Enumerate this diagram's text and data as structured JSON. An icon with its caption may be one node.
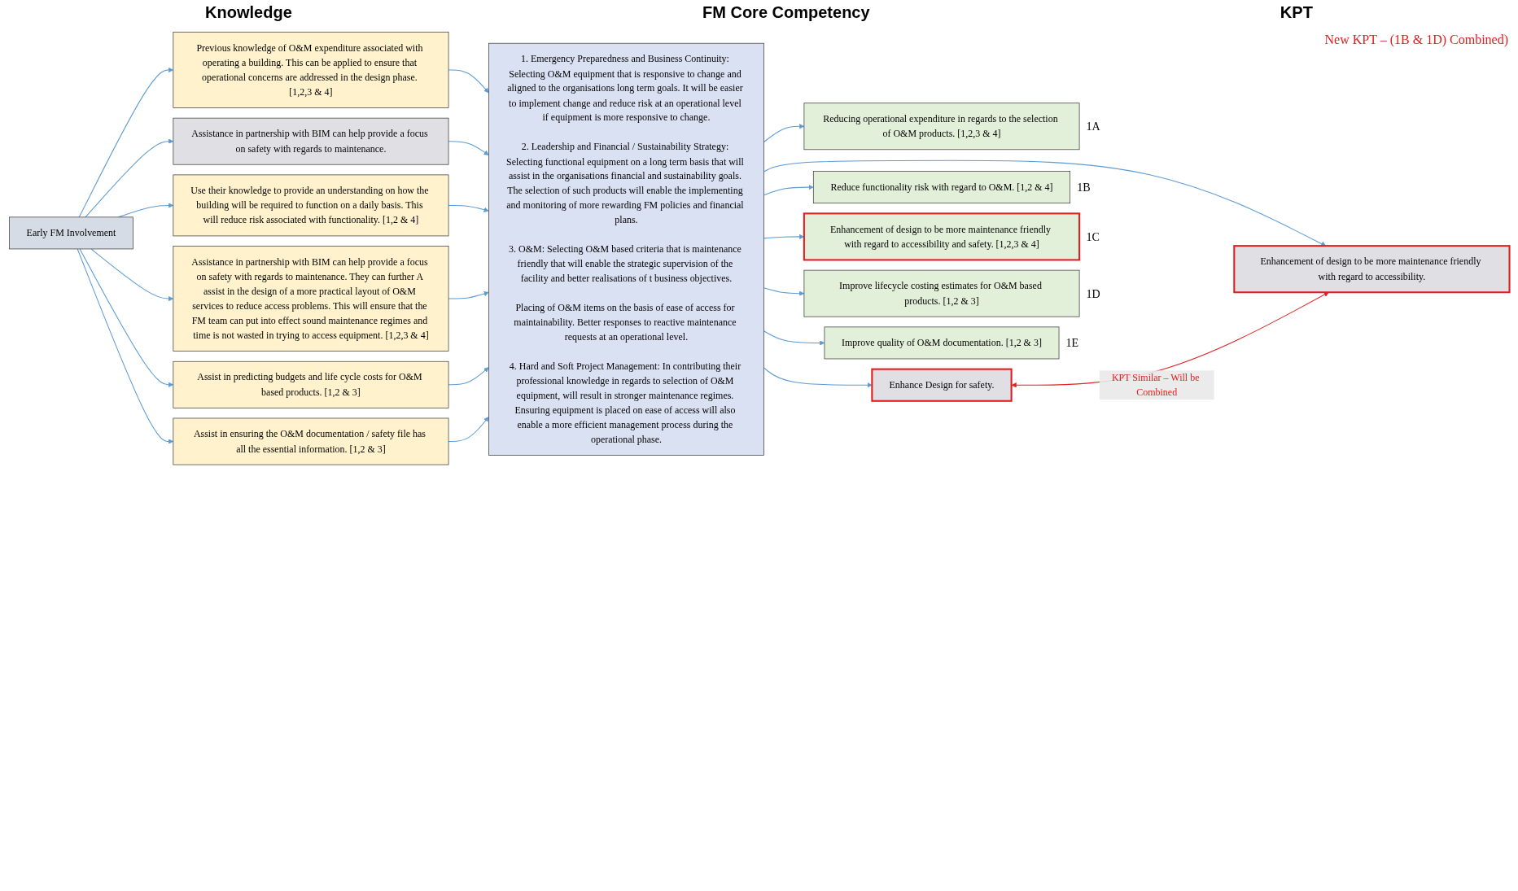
{
  "diagram": {
    "nodes": [
      {
        "text": [
          "Early FM Involvement"
        ]
      },
      {
        "text": [
          "Previous knowledge of O&M expenditure associated with operating a building. This can be applied to ensure that operational concerns are addressed in the design phase. [1,2,3 & 4]"
        ]
      },
      {
        "text": [
          "Assistance in partnership with BIM can help provide a focus on safety with regards to maintenance."
        ]
      },
      {
        "text": [
          "Use their knowledge to provide an understanding on how the building will be required to function on a daily basis. This will reduce risk associated with functionality. [1,2 & 4]"
        ]
      },
      {
        "text": [
          "Assistance in partnership with BIM can help provide a focus on safety with regards to maintenance. They can further A assist in the design of a more practical layout of O&M services to reduce access problems. This will ensure that the FM team can put into effect sound maintenance regimes and time is not wasted in trying to access equipment. [1,2,3 & 4]"
        ]
      },
      {
        "text": [
          "Assist in predicting budgets and life cycle costs for O&M based products. [1,2 & 3]"
        ]
      },
      {
        "text": [
          "Assist in ensuring the O&M documentation / safety file has all the essential information. [1,2 & 3]"
        ]
      },
      {
        "text": [
          "1. Emergency Preparedness and Business Continuity: Selecting O&M equipment that is responsive to change and aligned to the organisations long term goals. It will be easier to implement change and reduce risk at an operational level if equipment is more responsive to change.",
          "2. Leadership and Financial / Sustainability Strategy: Selecting functional equipment on a long term basis that will assist in the organisations financial and sustainability goals. The selection of such products will enable the implementing and monitoring of more rewarding FM policies and financial plans.",
          "3. O&M: Selecting O&M based criteria that is maintenance friendly that will enable the strategic supervision of the facility and better realisations of t business objectives.",
          "Placing of O&M items on the basis of ease of access for maintainability. Better responses to reactive maintenance requests at an operational level.",
          "4. Hard and Soft Project Management: In contributing their professional knowledge in regards to selection of O&M equipment, will result in stronger maintenance regimes. Ensuring equipment is placed on ease of access will also enable a more efficient management process during the operational phase."
        ]
      },
      {
        "text": [
          "Reducing operational expenditure in regards to the selection of O&M products. [1,2,3 & 4]"
        ],
        "beside": [
          "1A"
        ]
      },
      {
        "text": [
          "Enhance Design for safety."
        ]
      },
      {
        "text": [
          "Reduce functionality risk with regard to O&M. [1,2 & 4]"
        ],
        "beside": [
          "1B"
        ]
      },
      {
        "text": [
          "Enhancement of design to be more maintenance friendly with regard to accessibility."
        ]
      },
      {
        "text": [
          "Enhancement of design to be more maintenance friendly with regard to accessibility and safety. [1,2,3 & 4]"
        ],
        "beside": [
          "1C"
        ]
      },
      {
        "text": [
          "Improve lifecycle costing estimates for O&M based products. [1,2 & 3]"
        ],
        "beside": [
          "1D"
        ]
      },
      {
        "text": [
          "Improve quality of O&M documentation. [1,2 & 3]"
        ],
        "beside": [
          "1E"
        ]
      }
    ],
    "edges": [
      {
        "from": 0,
        "to": 1,
        "arrow": "to"
      },
      {
        "from": 0,
        "to": 2,
        "arrow": "to"
      },
      {
        "from": 0,
        "to": 3,
        "arrow": "to"
      },
      {
        "from": 0,
        "to": 4,
        "arrow": "to"
      },
      {
        "from": 0,
        "to": 5,
        "arrow": "to"
      },
      {
        "from": 0,
        "to": 6,
        "arrow": "to"
      },
      {
        "from": 1,
        "to": 7,
        "arrow": "to"
      },
      {
        "from": 2,
        "to": 7,
        "arrow": "to"
      },
      {
        "from": 3,
        "to": 7,
        "arrow": "to"
      },
      {
        "from": 4,
        "to": 7,
        "arrow": "to"
      },
      {
        "from": 5,
        "to": 7,
        "arrow": "to"
      },
      {
        "from": 6,
        "to": 7,
        "arrow": "to"
      },
      {
        "from": 7,
        "to": 8,
        "arrow": "to"
      },
      {
        "from": 7,
        "to": 9,
        "arrow": "to"
      },
      {
        "from": 7,
        "to": 10,
        "arrow": "to"
      },
      {
        "from": 7,
        "to": 11,
        "arrow": "to"
      },
      {
        "from": 7,
        "to": 12,
        "arrow": "to"
      },
      {
        "from": 7,
        "to": 13,
        "arrow": "to"
      },
      {
        "from": 7,
        "to": 14,
        "arrow": "to"
      },
      {
        "from": 9,
        "to": 11,
        "arrow": "both",
        "label": "KPT Similar – Will be Combined",
        "color": "#e02020"
      }
    ],
    "labels": [
      "Knowledge",
      "FM Core Competency",
      "KPT",
      "New KPT – (1B & 1D) Combined)"
    ]
  }
}
